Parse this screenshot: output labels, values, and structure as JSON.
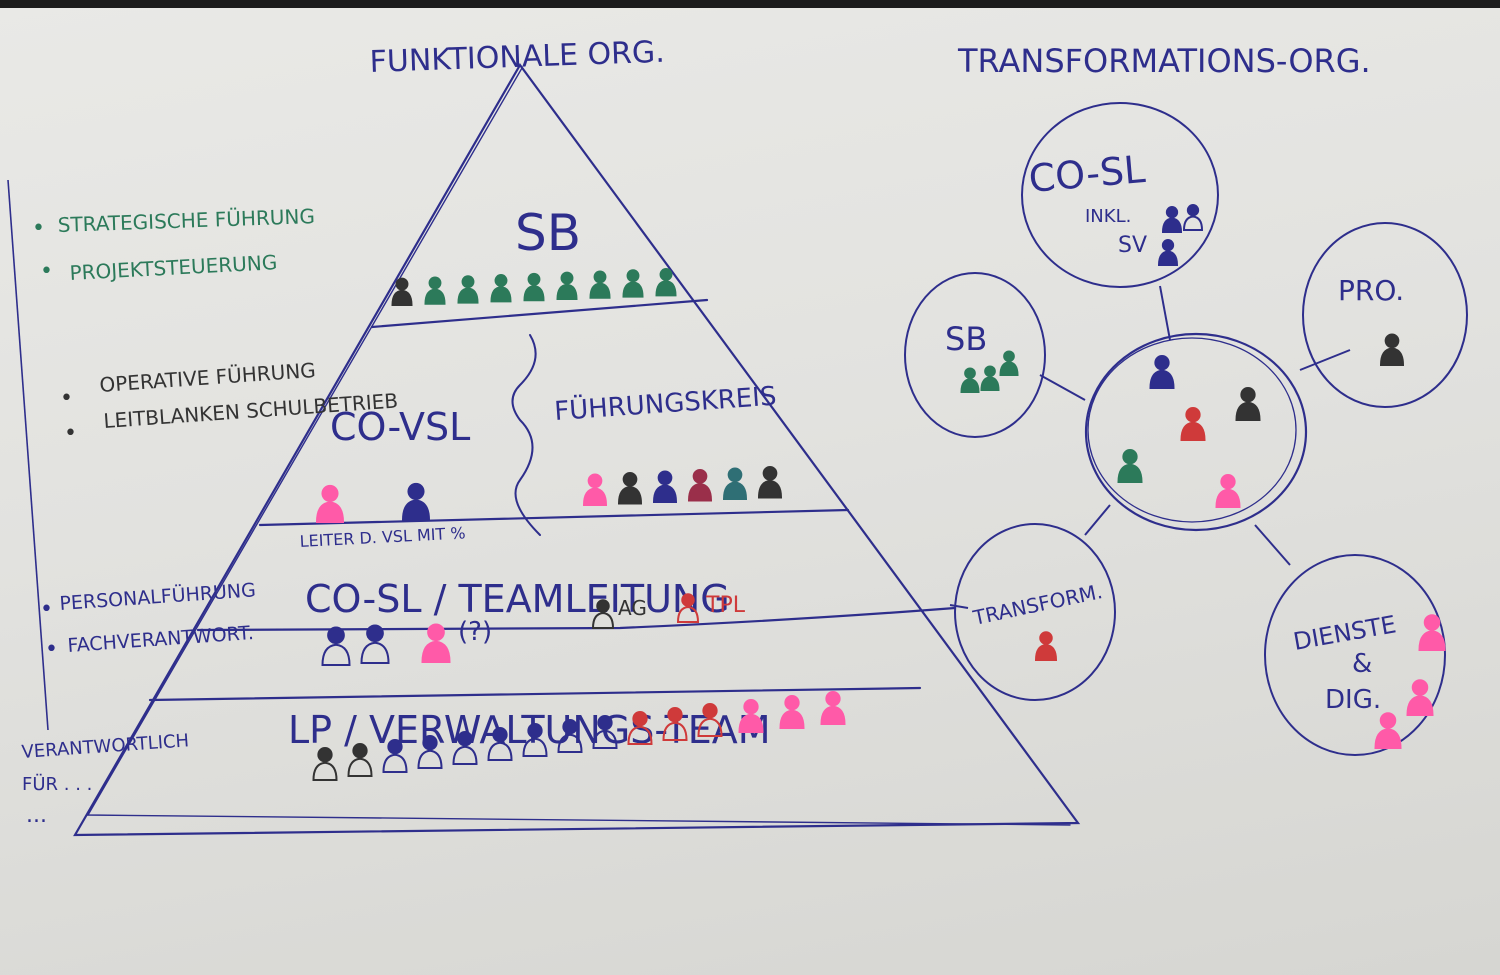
{
  "colors": {
    "blue": "#2e2e8c",
    "green": "#2c7a5a",
    "pink": "#ff5aa8",
    "red": "#cf3a3a",
    "dark": "#333333",
    "teal": "#2f6f75",
    "maroon": "#9a2f4a"
  },
  "left_title": "FUNKTIONALE ORG.",
  "right_title": "TRANSFORMATIONS-ORG.",
  "pyramid": {
    "level1": {
      "label": "SB",
      "figures": [
        "dark",
        "green",
        "green",
        "green",
        "green",
        "green",
        "green",
        "green",
        "green"
      ]
    },
    "level2": {
      "left_label": "CO-VSL",
      "right_label": "FÜHRUNGSKREIS",
      "left_figures": [
        "pink",
        "blue"
      ],
      "caption": "LEITER D. VSL MIT %",
      "right_figures": [
        "pink",
        "dark",
        "blue",
        "maroon",
        "teal",
        "dark"
      ]
    },
    "level3": {
      "label": "CO-SL / TEAMLEITUNG",
      "left_figures": [
        "blue",
        "blue",
        "pink"
      ],
      "question": "(?)",
      "ag_label": "AG",
      "tpl_label": "TPL"
    },
    "level4": {
      "label": "LP / VERWALTUNGS-TEAM",
      "figures": [
        "dark",
        "dark",
        "blue",
        "blue",
        "blue",
        "blue",
        "blue",
        "blue",
        "blue",
        "red",
        "red",
        "red",
        "pink",
        "pink",
        "pink"
      ]
    }
  },
  "annotations": [
    {
      "bullet": "•",
      "lines": [
        "STRATEGISCHE FÜHRUNG",
        "PROJEKTSTEUERUNG"
      ],
      "color": "green"
    },
    {
      "bullet": "•",
      "lines": [
        "OPERATIVE FÜHRUNG",
        "LEITBLANKEN SCHULBETRIEB"
      ],
      "color": "dark"
    },
    {
      "bullet": "•",
      "lines": [
        "PERSONALFÜHRUNG",
        "FACHVERANTWORT."
      ],
      "color": "blue"
    },
    {
      "lines": [
        "VERANTWORTLICH",
        "FÜR . . ."
      ],
      "color": "blue"
    },
    {
      "lines": [
        "..."
      ],
      "color": "blue"
    }
  ],
  "network": {
    "center": {
      "figures": [
        "blue",
        "dark",
        "red",
        "green",
        "pink"
      ]
    },
    "nodes": [
      {
        "key": "coslnode",
        "label": "CO-SL",
        "sub": [
          "INKL.",
          "SV"
        ],
        "figures": [
          "blue",
          "blue",
          "blue"
        ]
      },
      {
        "key": "pro",
        "label": "PRO.",
        "figures": [
          "dark"
        ]
      },
      {
        "key": "sb",
        "label": "SB",
        "figures": [
          "green",
          "green",
          "green"
        ]
      },
      {
        "key": "transform",
        "label": "TRANSFORM.",
        "figures": [
          "red"
        ]
      },
      {
        "key": "dienste",
        "label": "DIENSTE",
        "sub": [
          "&",
          "DIG."
        ],
        "figures": [
          "pink",
          "pink",
          "pink"
        ]
      }
    ]
  }
}
